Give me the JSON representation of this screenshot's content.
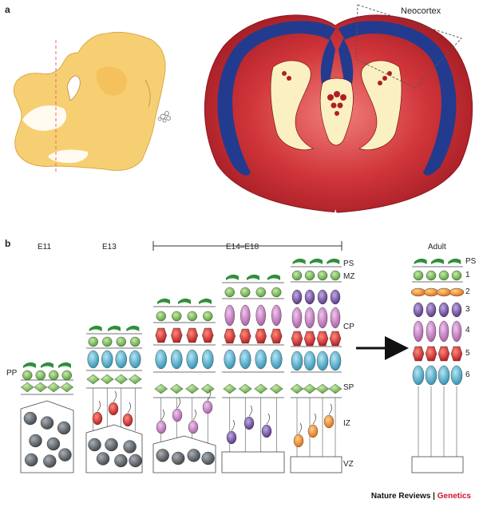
{
  "panels": {
    "a": "a",
    "b": "b"
  },
  "panel_a": {
    "region_label": "Neocortex"
  },
  "stages": {
    "e11": "E11",
    "e13": "E13",
    "range": "E14–E18",
    "adult": "Adult"
  },
  "layer_labels": {
    "pp": "PP",
    "ps": "PS",
    "mz": "MZ",
    "cp": "CP",
    "sp": "SP",
    "iz": "IZ",
    "vz": "VZ"
  },
  "adult_layers": [
    "PS",
    "1",
    "2",
    "3",
    "4",
    "5",
    "6"
  ],
  "credit": {
    "journal": "Nature Reviews",
    "separator": " | ",
    "section": "Genetics"
  },
  "colors": {
    "embryo": "#f7cf73",
    "brain_red": "#c8242b",
    "ventricle_blue": "#223b8f",
    "cream": "#fbf0c2",
    "green_cell": "#7cc45a",
    "blue_cell": "#4fb3cf",
    "red_cell": "#e0262a",
    "pink_cell": "#c77fc4",
    "purple_cell": "#6d4a9f",
    "orange_cell": "#f28b1f",
    "grey_cell": "#5a6066"
  }
}
